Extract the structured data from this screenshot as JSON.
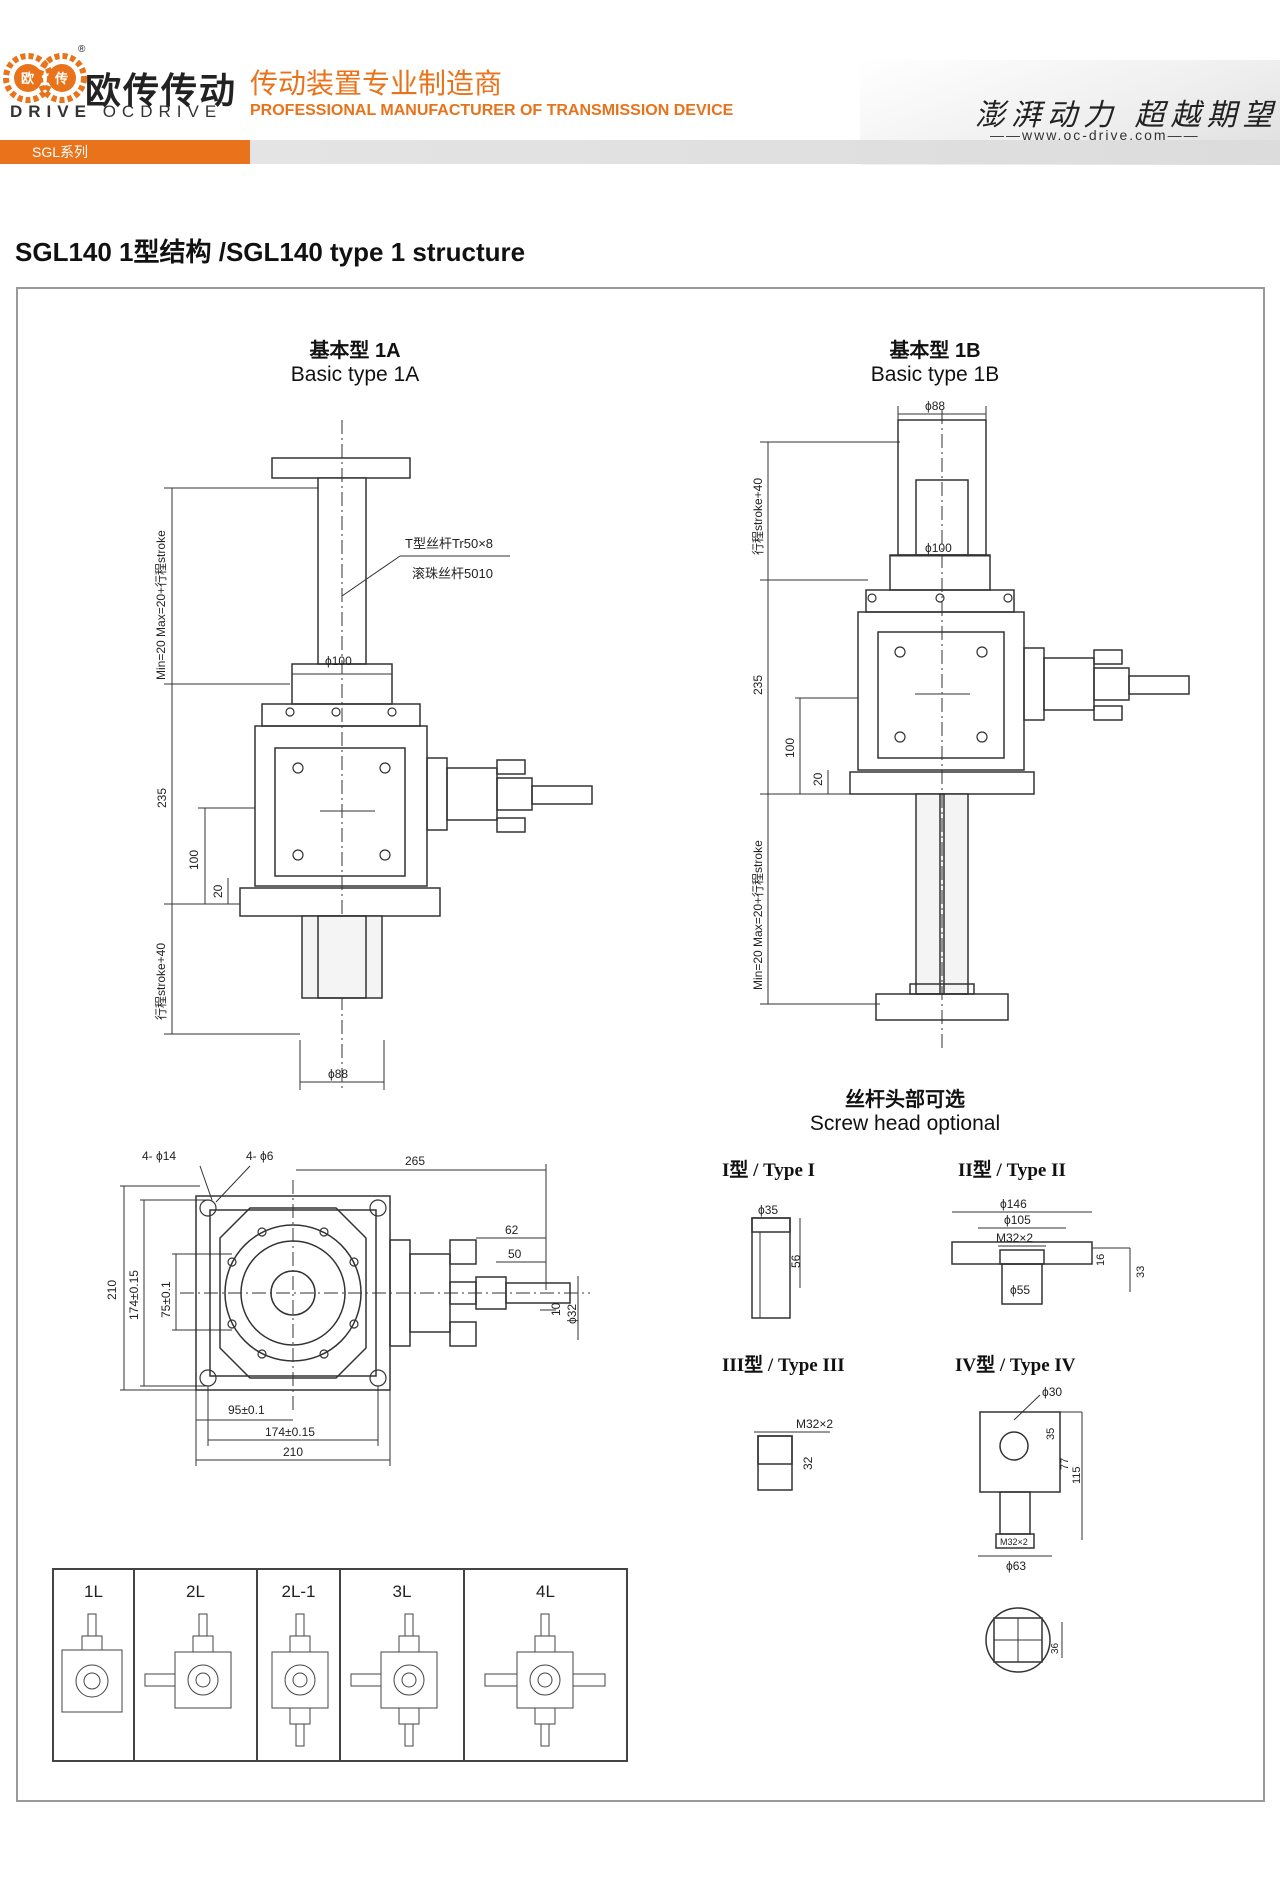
{
  "header": {
    "logo_cn": "欧传传动",
    "logo_en_bold": "DRIVE",
    "logo_en": "OCDRIVE",
    "slogan_cn": "传动装置专业制造商",
    "slogan_en": "PROFESSIONAL MANUFACTURER OF TRANSMISSION DEVICE",
    "motto": "澎湃动力 超越期望",
    "website": "www.oc-drive.com",
    "series_tab": "SGL系列",
    "logo_badges": [
      "欧",
      "传"
    ],
    "reg_mark": "®"
  },
  "page_title": "SGL140 1型结构 /SGL140 type 1 structure",
  "view_1a": {
    "title_cn": "基本型 1A",
    "title_en": "Basic type 1A",
    "dims": {
      "stroke_top": "Min=20 Max=20+行程stroke",
      "screw_t": "T型丝杆Tr50×8",
      "screw_ball": "滚珠丝杆5010",
      "phi100": "ϕ100",
      "d235": "235",
      "d100": "100",
      "d20": "20",
      "stroke_bottom": "行程stroke+40",
      "phi88": "ϕ88"
    }
  },
  "view_1b": {
    "title_cn": "基本型 1B",
    "title_en": "Basic type 1B",
    "dims": {
      "phi88": "ϕ88",
      "stroke_top": "行程stroke+40",
      "phi100": "ϕ100",
      "d235": "235",
      "d100": "100",
      "d20": "20",
      "stroke_bottom": "Min=20 Max=20+行程stroke"
    }
  },
  "view_top": {
    "dims": {
      "holes_14": "4- ϕ14",
      "holes_6": "4- ϕ6",
      "d265": "265",
      "d62": "62",
      "d50": "50",
      "d210v": "210",
      "d174v": "174±0.15",
      "d75v": "75±0.1",
      "d10": "10",
      "phi32": "ϕ32",
      "d95": "95±0.1",
      "d174h": "174±0.15",
      "d210h": "210"
    }
  },
  "screw_head": {
    "title_cn": "丝杆头部可选",
    "title_en": "Screw head optional",
    "types": [
      {
        "label": "I型 / Type I",
        "dims": [
          "ϕ35",
          "56"
        ]
      },
      {
        "label": "II型 / Type II",
        "dims": [
          "ϕ146",
          "ϕ105",
          "M32×2",
          "16",
          "33",
          "ϕ55"
        ]
      },
      {
        "label": "III型 / Type III",
        "dims": [
          "M32×2",
          "32"
        ]
      },
      {
        "label": "IV型 / Type IV",
        "dims": [
          "ϕ30",
          "35",
          "77",
          "115",
          "M32×2",
          "ϕ63",
          "36"
        ]
      }
    ]
  },
  "mount_table": {
    "columns": [
      "1L",
      "2L",
      "2L-1",
      "3L",
      "4L"
    ]
  }
}
